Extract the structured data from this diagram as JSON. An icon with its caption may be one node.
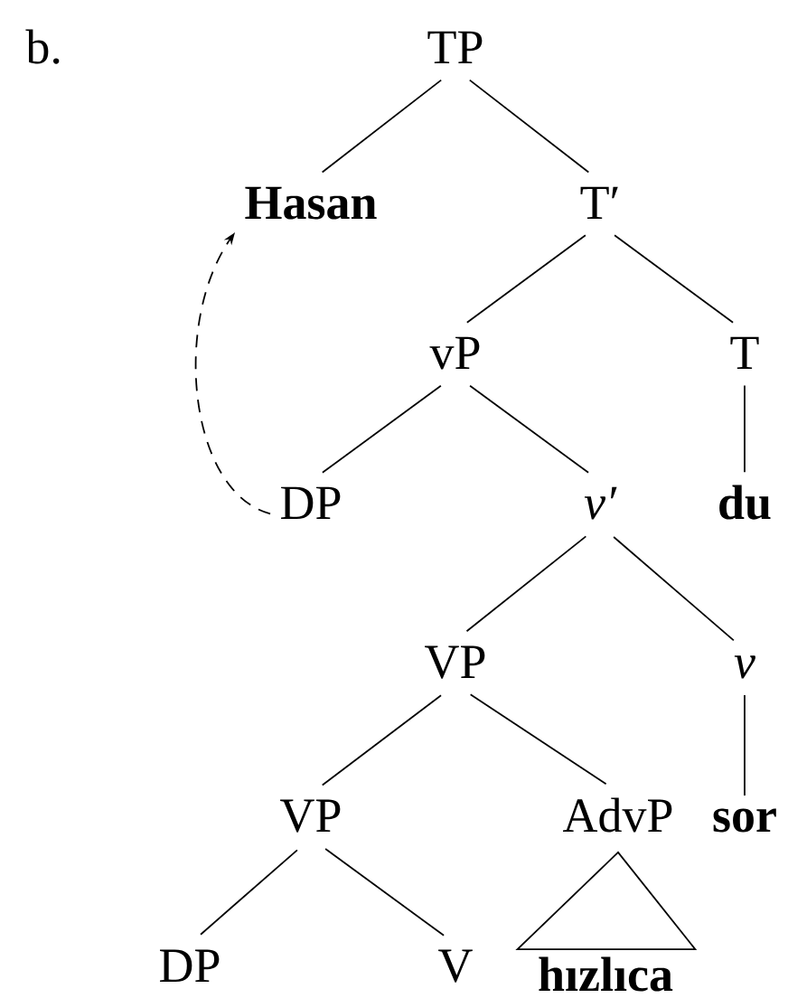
{
  "diagram": {
    "nodes": [
      {
        "text": [
          "TP"
        ]
      },
      {
        "text": [
          "Hasan"
        ]
      },
      {
        "text": [
          "T′"
        ]
      },
      {
        "text": [
          "vP"
        ]
      },
      {
        "text": [
          "T"
        ]
      },
      {
        "text": [
          "DP"
        ]
      },
      {
        "text": [
          "v′"
        ]
      },
      {
        "text": [
          "du"
        ]
      },
      {
        "text": [
          "VP"
        ]
      },
      {
        "text": [
          "v"
        ]
      },
      {
        "text": [
          "sor"
        ]
      },
      {
        "text": [
          "VP"
        ]
      },
      {
        "text": [
          "AdvP"
        ]
      },
      {
        "text": [
          "DP"
        ]
      },
      {
        "text": [
          "V"
        ]
      },
      {
        "text": [
          "hızlıca"
        ]
      }
    ],
    "edges": [
      {
        "from": 0,
        "to": 1,
        "arrow": "none"
      },
      {
        "from": 0,
        "to": 2,
        "arrow": "none"
      },
      {
        "from": 2,
        "to": 3,
        "arrow": "none"
      },
      {
        "from": 2,
        "to": 4,
        "arrow": "none"
      },
      {
        "from": 3,
        "to": 5,
        "arrow": "none"
      },
      {
        "from": 3,
        "to": 6,
        "arrow": "none"
      },
      {
        "from": 4,
        "to": 7,
        "arrow": "none"
      },
      {
        "from": 6,
        "to": 8,
        "arrow": "none"
      },
      {
        "from": 6,
        "to": 9,
        "arrow": "none"
      },
      {
        "from": 9,
        "to": 10,
        "arrow": "none"
      },
      {
        "from": 8,
        "to": 11,
        "arrow": "none"
      },
      {
        "from": 8,
        "to": 12,
        "arrow": "none"
      },
      {
        "from": 11,
        "to": 13,
        "arrow": "none"
      },
      {
        "from": 11,
        "to": 14,
        "arrow": "none"
      },
      {
        "from": 12,
        "to": 15,
        "arrow": "none"
      },
      {
        "from": 5,
        "to": 1,
        "arrow": "to",
        "style": "dashed"
      }
    ],
    "labels": [
      "b."
    ]
  }
}
